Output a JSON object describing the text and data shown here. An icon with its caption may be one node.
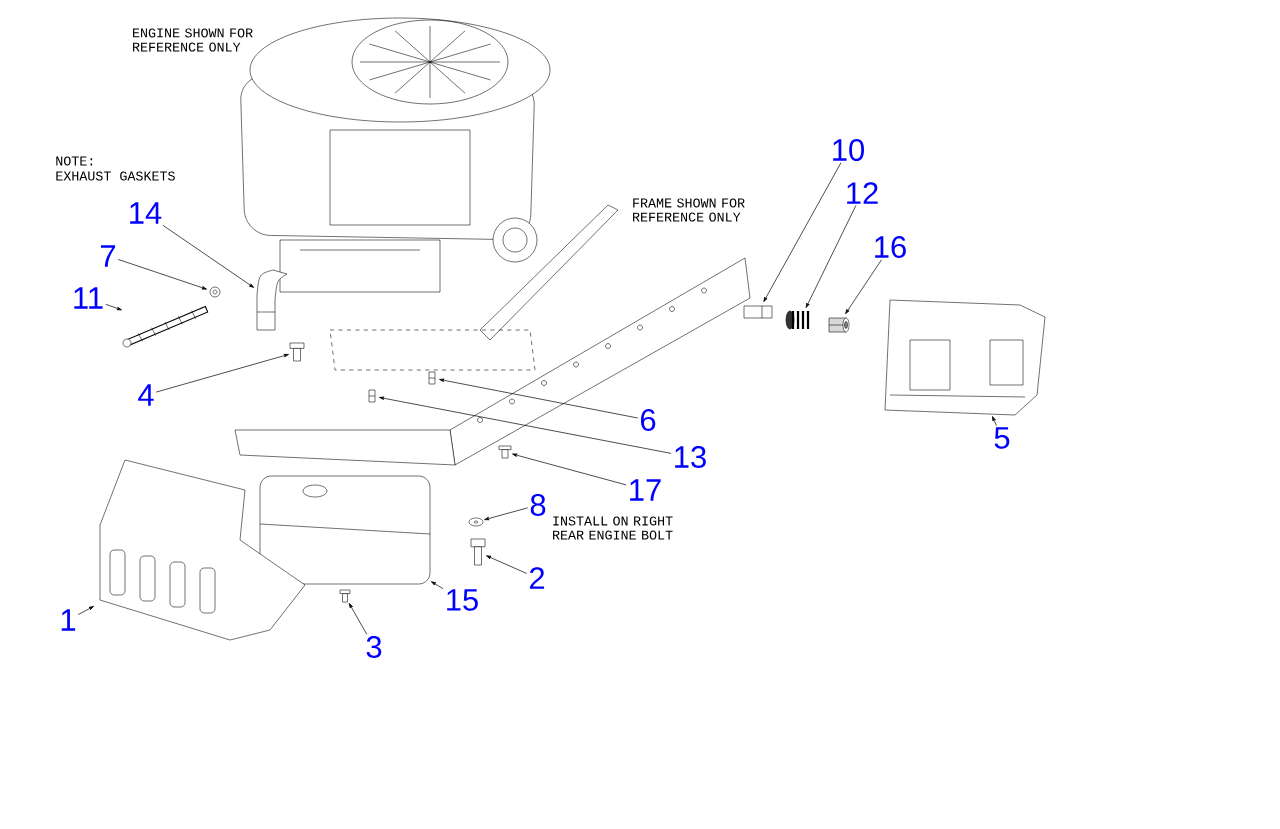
{
  "diagram": {
    "nodes": [
      {
        "text": [
          "10"
        ]
      },
      {
        "text": [
          "12"
        ]
      },
      {
        "text": [
          "14"
        ]
      },
      {
        "text": [
          "16"
        ]
      },
      {
        "text": [
          "7"
        ]
      },
      {
        "text": [
          "11"
        ]
      },
      {
        "text": [
          "4"
        ]
      },
      {
        "text": [
          "5"
        ]
      },
      {
        "text": [
          "6"
        ]
      },
      {
        "text": [
          "13"
        ]
      },
      {
        "text": [
          "17"
        ]
      },
      {
        "text": [
          "8"
        ]
      },
      {
        "text": [
          "2"
        ]
      },
      {
        "text": [
          "15"
        ]
      },
      {
        "text": [
          "1"
        ]
      },
      {
        "text": [
          "3"
        ]
      },
      {
        "text": [],
        "shape": "picture"
      },
      {
        "text": [],
        "shape": "picture"
      },
      {
        "text": [],
        "shape": "picture"
      },
      {
        "text": [],
        "shape": "picture"
      },
      {
        "text": [],
        "shape": "picture"
      },
      {
        "text": [],
        "shape": "picture"
      },
      {
        "text": [],
        "shape": "picture"
      },
      {
        "text": [],
        "shape": "picture"
      },
      {
        "text": [],
        "shape": "picture"
      },
      {
        "text": [],
        "shape": "picture"
      },
      {
        "text": [],
        "shape": "picture"
      },
      {
        "text": [],
        "shape": "picture"
      },
      {
        "text": [],
        "shape": "picture"
      },
      {
        "text": [],
        "shape": "picture"
      },
      {
        "text": [],
        "shape": "picture"
      },
      {
        "text": [],
        "shape": "picture"
      }
    ],
    "edges": [
      {
        "from": 0,
        "to": 16,
        "arrow": "to"
      },
      {
        "from": 1,
        "to": 17,
        "arrow": "to"
      },
      {
        "from": 2,
        "to": 18,
        "arrow": "to"
      },
      {
        "from": 3,
        "to": 19,
        "arrow": "to"
      },
      {
        "from": 4,
        "to": 20,
        "arrow": "to"
      },
      {
        "from": 5,
        "to": 21,
        "arrow": "to"
      },
      {
        "from": 6,
        "to": 22,
        "arrow": "to"
      },
      {
        "from": 7,
        "to": 23,
        "arrow": "to"
      },
      {
        "from": 8,
        "to": 24,
        "arrow": "to"
      },
      {
        "from": 9,
        "to": 25,
        "arrow": "to"
      },
      {
        "from": 10,
        "to": 26,
        "arrow": "to"
      },
      {
        "from": 11,
        "to": 27,
        "arrow": "to"
      },
      {
        "from": 12,
        "to": 28,
        "arrow": "to"
      },
      {
        "from": 13,
        "to": 29,
        "arrow": "to"
      },
      {
        "from": 14,
        "to": 30,
        "arrow": "to"
      },
      {
        "from": 15,
        "to": 31,
        "arrow": "to"
      }
    ],
    "labels": [
      "ENGINE SHOWN FOR REFERENCE ONLY",
      "NOTE:",
      "EXHAUST GASKETS",
      "FRAME SHOWN FOR REFERENCE ONLY",
      "INSTALL ON RIGHT REAR ENGINE BOLT"
    ]
  }
}
